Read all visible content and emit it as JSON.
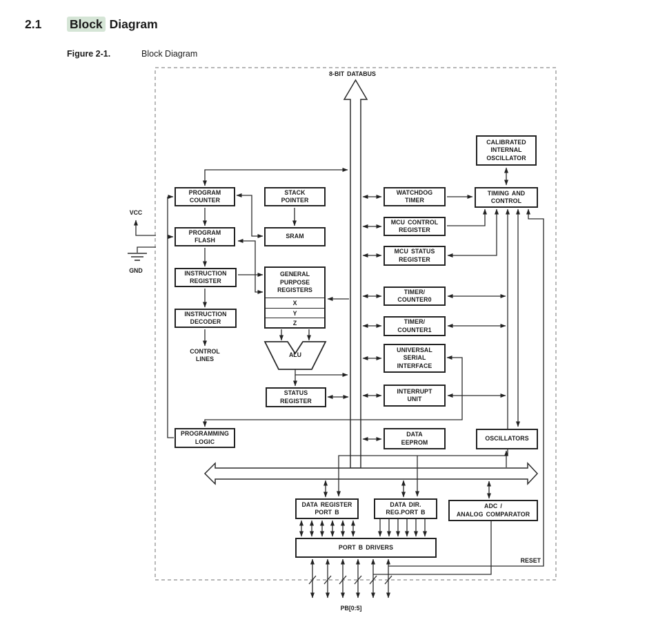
{
  "colors": {
    "highlight": "#d5e5d6",
    "line": "#2a2a2a"
  },
  "header": {
    "section_number": "2.1",
    "title_highlighted_word": "Block",
    "title_rest": "Diagram",
    "figure_label": "Figure 2-1.",
    "figure_caption": "Block Diagram"
  },
  "diagram": {
    "databus_label": "8-BIT DATABUS",
    "labels": {
      "vcc": "VCC",
      "gnd": "GND",
      "control_lines": "CONTROL\nLINES",
      "alu": "ALU",
      "reset": "RESET",
      "pb_pins": "PB[0:5]"
    },
    "nodes": {
      "program_counter": "PROGRAM\nCOUNTER",
      "stack_pointer": "STACK\nPOINTER",
      "program_flash": "PROGRAM\nFLASH",
      "sram": "SRAM",
      "instruction_register": "INSTRUCTION\nREGISTER",
      "general_purpose_registers": "GENERAL\nPURPOSE\nREGISTERS",
      "gpr_x": "X",
      "gpr_y": "Y",
      "gpr_z": "Z",
      "instruction_decoder": "INSTRUCTION\nDECODER",
      "status_register": "STATUS\nREGISTER",
      "programming_logic": "PROGRAMMING\nLOGIC",
      "watchdog_timer": "WATCHDOG\nTIMER",
      "mcu_control_register": "MCU CONTROL\nREGISTER",
      "mcu_status_register": "MCU STATUS\nREGISTER",
      "timer_counter0": "TIMER/\nCOUNTER0",
      "timer_counter1": "TIMER/\nCOUNTER1",
      "universal_serial_interface": "UNIVERSAL\nSERIAL\nINTERFACE",
      "interrupt_unit": "INTERRUPT\nUNIT",
      "data_eeprom": "DATA\nEEPROM",
      "calibrated_internal_oscillator": "CALIBRATED\nINTERNAL\nOSCILLATOR",
      "timing_and_control": "TIMING AND\nCONTROL",
      "oscillators": "OSCILLATORS",
      "adc_analog_comparator": "ADC /\nANALOG COMPARATOR",
      "data_register_port_b": "DATA REGISTER\nPORT B",
      "data_dir_reg_port_b": "DATA DIR.\nREG.PORT B",
      "port_b_drivers": "PORT B DRIVERS"
    }
  }
}
